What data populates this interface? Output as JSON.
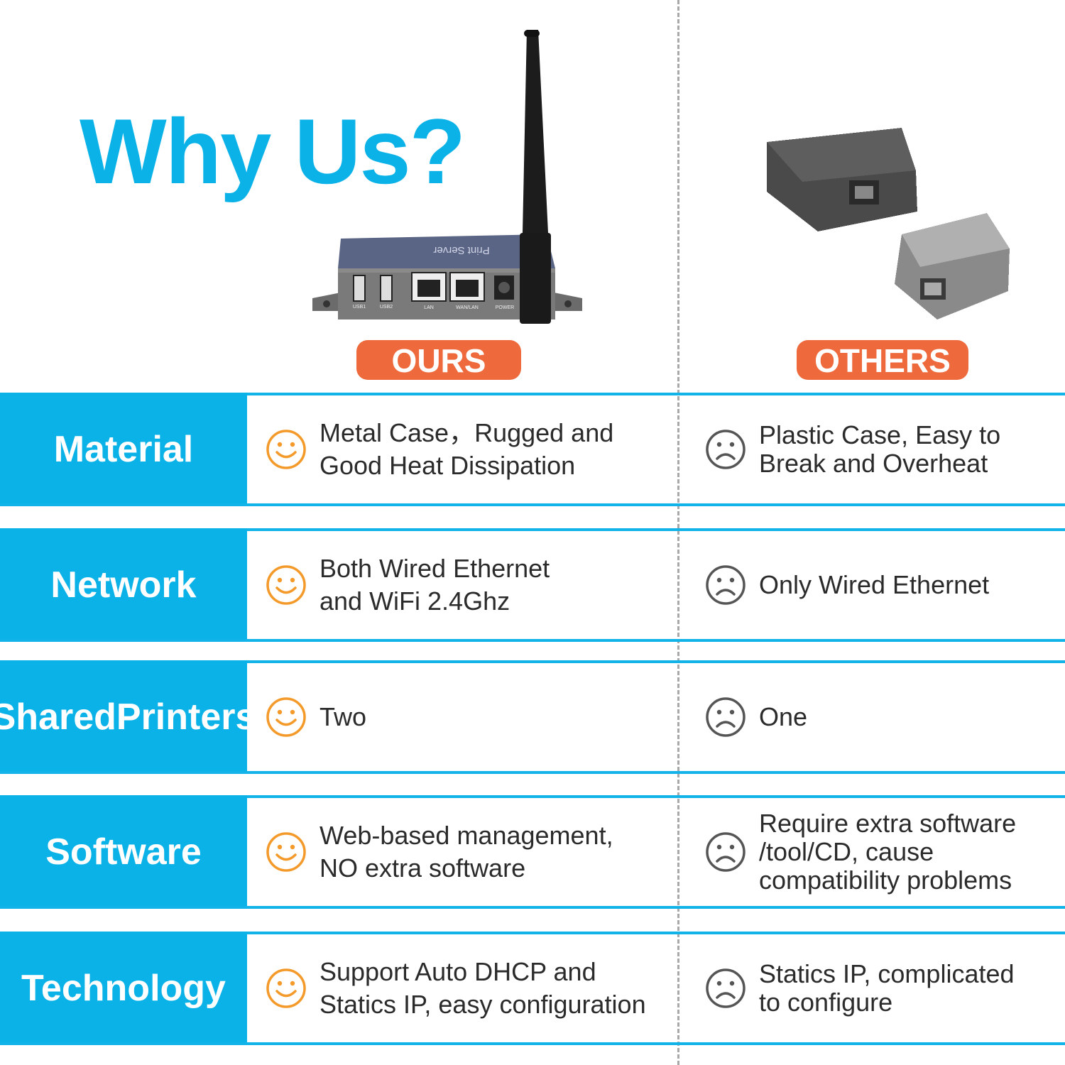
{
  "header": {
    "title": "Why Us?",
    "ours_label": "OURS",
    "others_label": "OTHERS"
  },
  "device_labels": {
    "usb1": "USB1",
    "usb2": "USB2",
    "lan": "LAN",
    "wan": "WAN/LAN",
    "power": "POWER",
    "brand": "Print Server"
  },
  "colors": {
    "accent_blue": "#0ab2e8",
    "pill_orange": "#ee6a3c",
    "happy_face": "#f39a2b",
    "sad_face": "#555555"
  },
  "rows": [
    {
      "label": [
        "Material"
      ],
      "ours": "Metal Case，Rugged and\nGood Heat Dissipation",
      "others": "Plastic Case, Easy to\nBreak and Overheat"
    },
    {
      "label": [
        "Network"
      ],
      "ours": "Both Wired Ethernet\nand WiFi 2.4Ghz",
      "others": "Only Wired Ethernet"
    },
    {
      "label": [
        "Shared",
        "Printers"
      ],
      "ours": "Two",
      "others": "One"
    },
    {
      "label": [
        "Software"
      ],
      "ours": "Web-based management,\nNO extra software",
      "others": "Require extra software\n/tool/CD, cause\ncompatibility problems"
    },
    {
      "label": [
        "Technology"
      ],
      "ours": "Support Auto DHCP and\nStatics IP, easy configuration",
      "others": "Statics IP, complicated\nto configure"
    }
  ]
}
